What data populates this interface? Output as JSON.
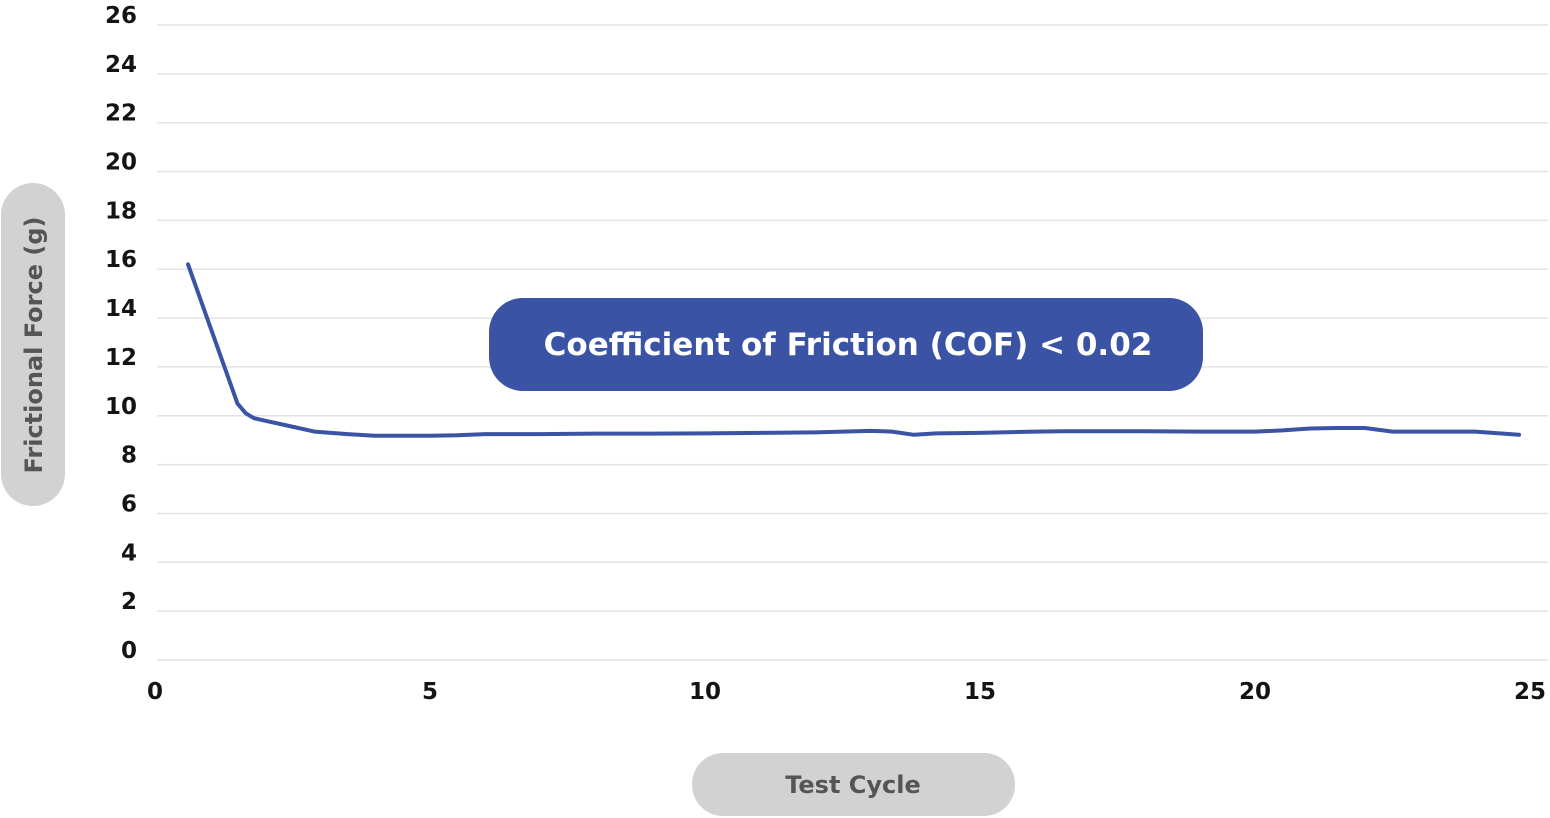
{
  "chart_data": {
    "type": "line",
    "title": "",
    "xlabel": "Test Cycle",
    "ylabel": "Frictional Force (g)",
    "xlim": [
      0,
      25
    ],
    "ylim": [
      0,
      26
    ],
    "x_ticks": [
      "0",
      "5",
      "10",
      "15",
      "20",
      "25"
    ],
    "y_ticks": [
      "0",
      "2",
      "4",
      "6",
      "8",
      "10",
      "12",
      "14",
      "16",
      "18",
      "20",
      "22",
      "24",
      "26"
    ],
    "grid": "horizontal",
    "legend": "none",
    "annotation": "Coefficient of Friction (COF) < 0.02",
    "series": [
      {
        "x": [
          0.6,
          1.5,
          1.65,
          1.8,
          2.0,
          2.4,
          2.9,
          3.5,
          4.0,
          5.0,
          5.5,
          6.0,
          7.0,
          8.0,
          9.0,
          10.0,
          11.0,
          12.0,
          12.5,
          13.0,
          13.4,
          13.8,
          14.2,
          15.0,
          16.0,
          16.5,
          17.0,
          18.0,
          19.0,
          20.0,
          20.5,
          21.0,
          21.5,
          22.0,
          22.5,
          23.0,
          24.0,
          24.8
        ],
        "y": [
          16.2,
          10.5,
          10.1,
          9.9,
          9.8,
          9.6,
          9.35,
          9.25,
          9.18,
          9.18,
          9.2,
          9.25,
          9.25,
          9.27,
          9.27,
          9.28,
          9.3,
          9.32,
          9.35,
          9.38,
          9.35,
          9.22,
          9.28,
          9.3,
          9.35,
          9.37,
          9.37,
          9.37,
          9.35,
          9.35,
          9.4,
          9.48,
          9.5,
          9.5,
          9.35,
          9.35,
          9.35,
          9.22
        ]
      }
    ],
    "colors": {
      "line": "#3a53a4",
      "annotation_bg": "#3a53a4",
      "annotation_text": "#ffffff",
      "pill_bg": "#d2d2d2",
      "pill_text": "#555555",
      "grid": "#e3e3e3",
      "tick_text": "#141414"
    }
  }
}
